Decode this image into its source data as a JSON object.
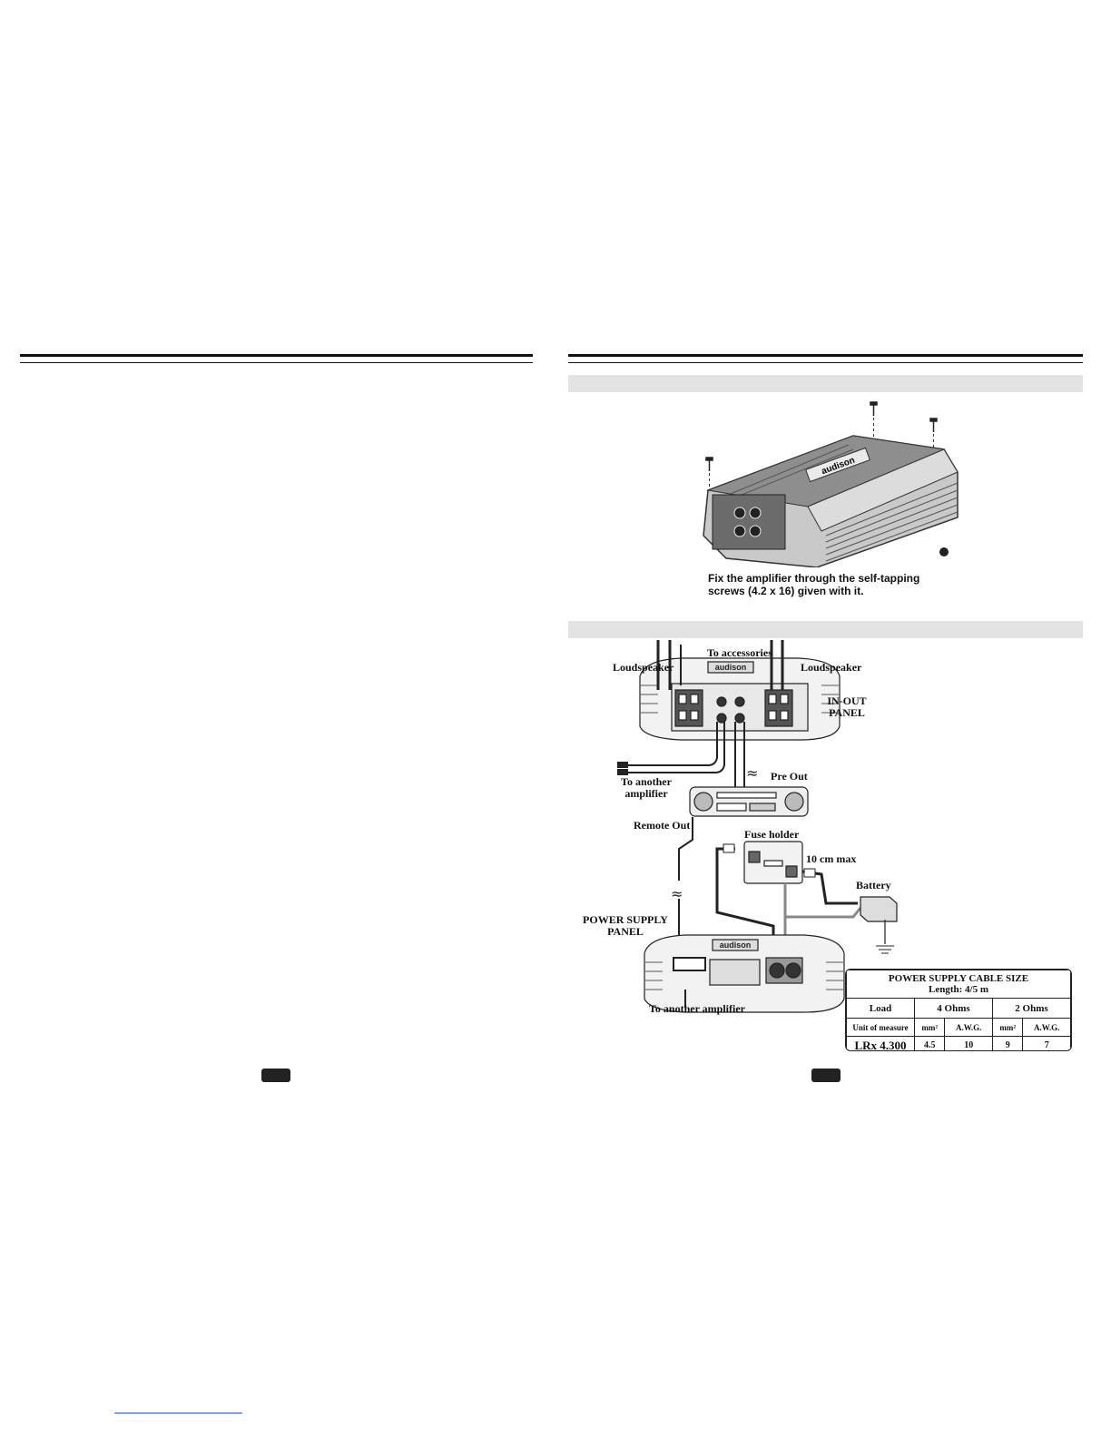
{
  "installation": {
    "caption_line1": "Fix the amplifier through the self-tapping",
    "caption_line2": "screws (4.2 x 16) given with it."
  },
  "amp_brand": "audison",
  "wiring": {
    "to_accessories": "To accessories",
    "loudspeaker_left": "Loudspeaker",
    "loudspeaker_right": "Loudspeaker",
    "in_out_panel_line1": "IN-OUT",
    "in_out_panel_line2": "PANEL",
    "to_another_amp_line1": "To another",
    "to_another_amp_line2": "amplifier",
    "pre_out": "Pre Out",
    "remote_out": "Remote Out",
    "fuse_holder": "Fuse holder",
    "ten_cm_max": "10 cm max",
    "battery": "Battery",
    "power_supply_panel_line1": "POWER SUPPLY",
    "power_supply_panel_line2": "PANEL",
    "to_another_amplifier": "To another amplifier"
  },
  "power_table": {
    "title": "POWER SUPPLY CABLE SIZE",
    "subtitle": "Length: 4/5 m",
    "load_label": "Load",
    "ohm4": "4 Ohms",
    "ohm2": "2 Ohms",
    "unit_label": "Unit of measure",
    "units": [
      "mm²",
      "A.W.G.",
      "mm²",
      "A.W.G."
    ],
    "model": "LRx 4.300",
    "values": [
      "4.5",
      "10",
      "9",
      "7"
    ]
  }
}
